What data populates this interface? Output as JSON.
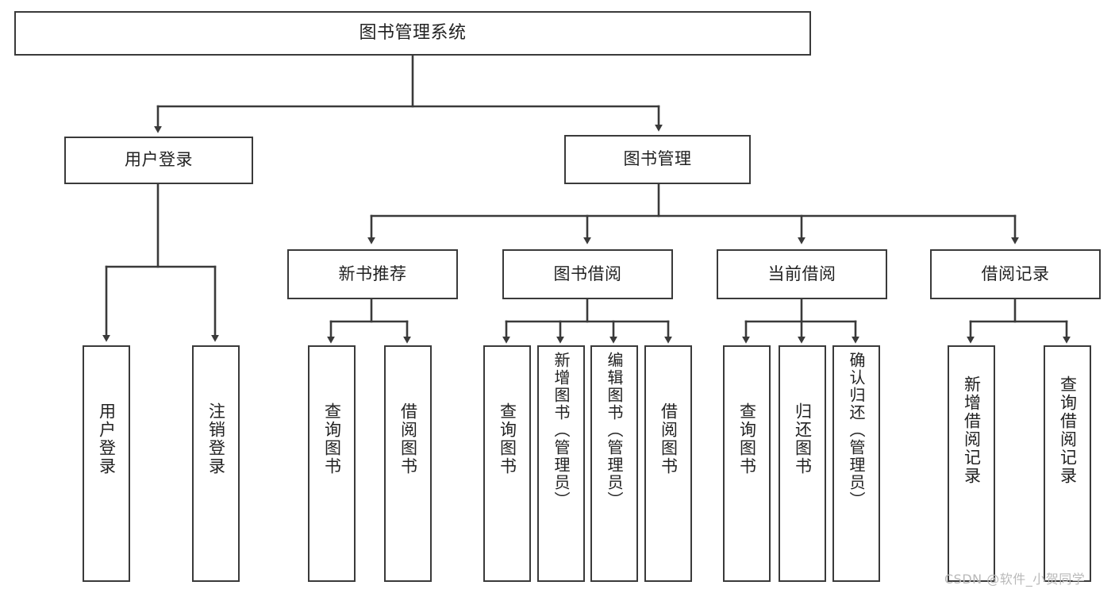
{
  "diagram": {
    "title": "图书管理系统",
    "type": "功能结构图",
    "root": {
      "id": "root",
      "label": "图书管理系统"
    },
    "level1": [
      {
        "id": "user-login",
        "label": "用户登录"
      },
      {
        "id": "book-manage",
        "label": "图书管理"
      }
    ],
    "level2": [
      {
        "id": "new-book-recommend",
        "label": "新书推荐",
        "parent": "book-manage"
      },
      {
        "id": "book-borrow",
        "label": "图书借阅",
        "parent": "book-manage"
      },
      {
        "id": "current-borrow",
        "label": "当前借阅",
        "parent": "book-manage"
      },
      {
        "id": "borrow-record",
        "label": "借阅记录",
        "parent": "book-manage"
      }
    ],
    "leaves": [
      {
        "id": "leaf-user-login",
        "label": "用户登录",
        "parent": "user-login"
      },
      {
        "id": "leaf-logout-login",
        "label": "注销登录",
        "parent": "user-login"
      },
      {
        "id": "leaf-query-book-1",
        "label": "查询图书",
        "parent": "new-book-recommend"
      },
      {
        "id": "leaf-borrow-book-1",
        "label": "借阅图书",
        "parent": "new-book-recommend"
      },
      {
        "id": "leaf-query-book-2",
        "label": "查询图书",
        "parent": "book-borrow"
      },
      {
        "id": "leaf-add-book",
        "label": "新增图书（管理员）",
        "parent": "book-borrow"
      },
      {
        "id": "leaf-edit-book",
        "label": "编辑图书（管理员）",
        "parent": "book-borrow"
      },
      {
        "id": "leaf-borrow-book-2",
        "label": "借阅图书",
        "parent": "book-borrow"
      },
      {
        "id": "leaf-query-book-3",
        "label": "查询图书",
        "parent": "current-borrow"
      },
      {
        "id": "leaf-return-book",
        "label": "归还图书",
        "parent": "current-borrow"
      },
      {
        "id": "leaf-confirm-return",
        "label": "确认归还（管理员）",
        "parent": "current-borrow"
      },
      {
        "id": "leaf-add-record",
        "label": "新增借阅记录",
        "parent": "borrow-record"
      },
      {
        "id": "leaf-query-record",
        "label": "查询借阅记录",
        "parent": "borrow-record"
      }
    ],
    "colors": {
      "stroke": "#3a3a3a",
      "fill": "#ffffff",
      "text": "#222222",
      "watermark": "#b9b9b9"
    }
  },
  "watermark": {
    "text": "CSDN @软件_小贺同学"
  }
}
